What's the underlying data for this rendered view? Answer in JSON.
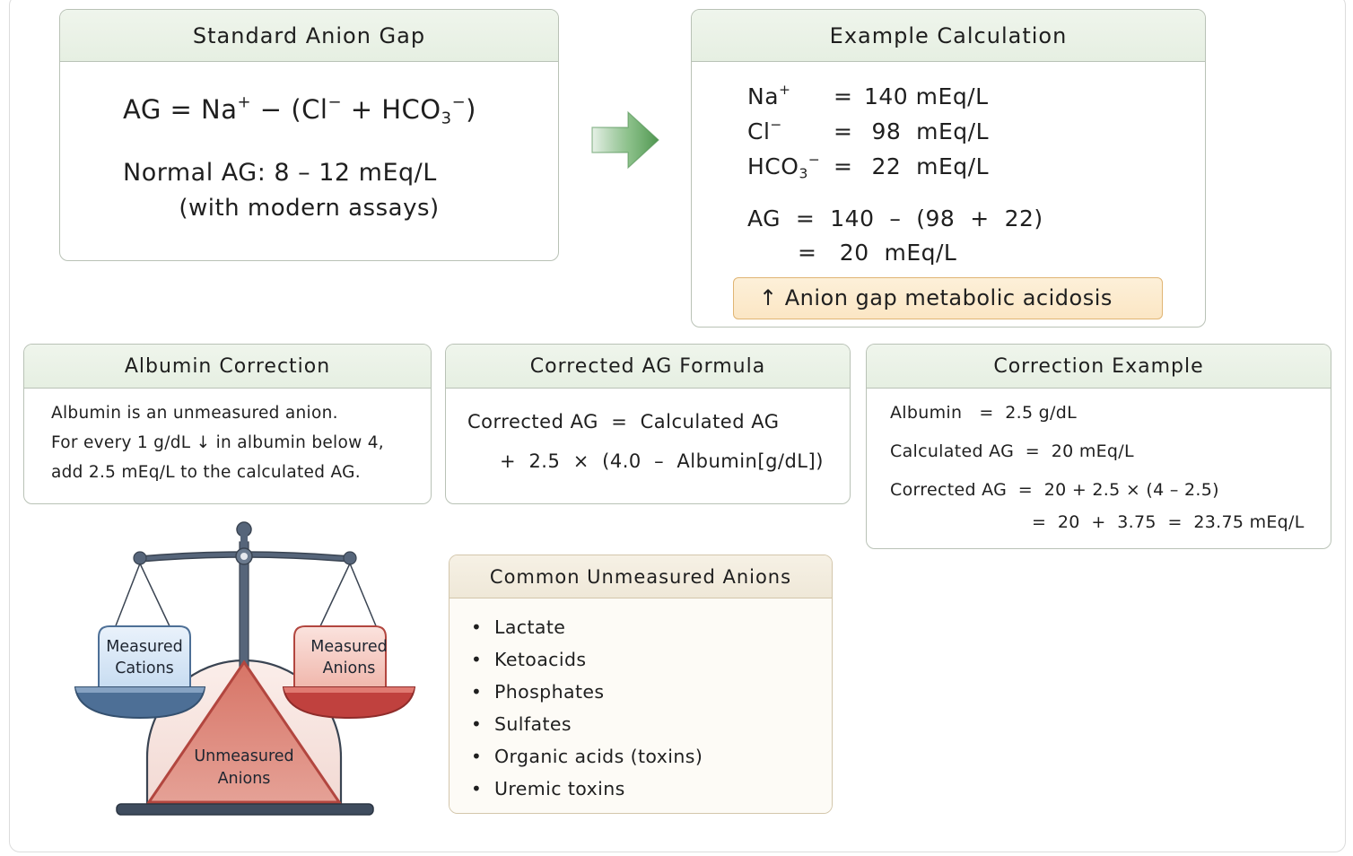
{
  "standard": {
    "title": "Standard Anion Gap",
    "formula": {
      "lhs": "AG = Na",
      "na_sup": "+",
      "minus_open": " − (Cl",
      "cl_sup": "−",
      "plus_hco": " + HCO",
      "hco_sub": "3",
      "hco_sup": "−",
      "close": ")"
    },
    "normal": "Normal AG:  8 – 12  mEq/L",
    "note": "(with modern assays)"
  },
  "example": {
    "title": "Example Calculation",
    "rows": [
      {
        "label": "Na",
        "sup": "+",
        "eq": "=",
        "value": "140  mEq/L"
      },
      {
        "label": "Cl",
        "sup": "−",
        "eq": "=",
        "value": " 98  mEq/L"
      },
      {
        "label": "HCO",
        "sub": "3",
        "sup": "−",
        "eq": "=",
        "value": " 22  mEq/L"
      }
    ],
    "ag_line1": "AG  =  140  –  (98  +  22)",
    "ag_line2": "=   20  mEq/L",
    "badge": "↑ Anion gap metabolic acidosis"
  },
  "albumin": {
    "title": "Albumin Correction",
    "lines": [
      "Albumin is an unmeasured anion.",
      "For every 1 g/dL ↓ in albumin below 4,",
      "add 2.5 mEq/L to the calculated AG."
    ]
  },
  "formula": {
    "title": "Corrected AG Formula",
    "line1": "Corrected AG  =  Calculated AG",
    "line2": "+  2.5  ×  (4.0  –  Albumin[g/dL])"
  },
  "correction_example": {
    "title": "Correction Example",
    "line1": "Albumin   =  2.5 g/dL",
    "line2": "Calculated AG  =  20 mEq/L",
    "line3": "Corrected AG  =  20 + 2.5 × (4 – 2.5)",
    "line4": "=  20  +  3.75  =  23.75 mEq/L"
  },
  "common": {
    "title": "Common Unmeasured Anions",
    "items": [
      "Lactate",
      "Ketoacids",
      "Phosphates",
      "Sulfates",
      "Organic acids (toxins)",
      "Uremic toxins"
    ]
  },
  "scale": {
    "left_pan": [
      "Measured",
      "Cations"
    ],
    "right_pan": [
      "Measured",
      "Anions"
    ],
    "center": [
      "Unmeasured",
      "Anions"
    ]
  },
  "colors": {
    "card_border": "#b9c2b6",
    "card_header": "#e6efe2",
    "badge_fill": "#fbe6c4",
    "badge_border": "#e0b574",
    "arrow_green": "#5aa05c",
    "cation_blue": "#4d6f96",
    "anion_red": "#c0413e",
    "triangle_fill": "#d9857a"
  }
}
